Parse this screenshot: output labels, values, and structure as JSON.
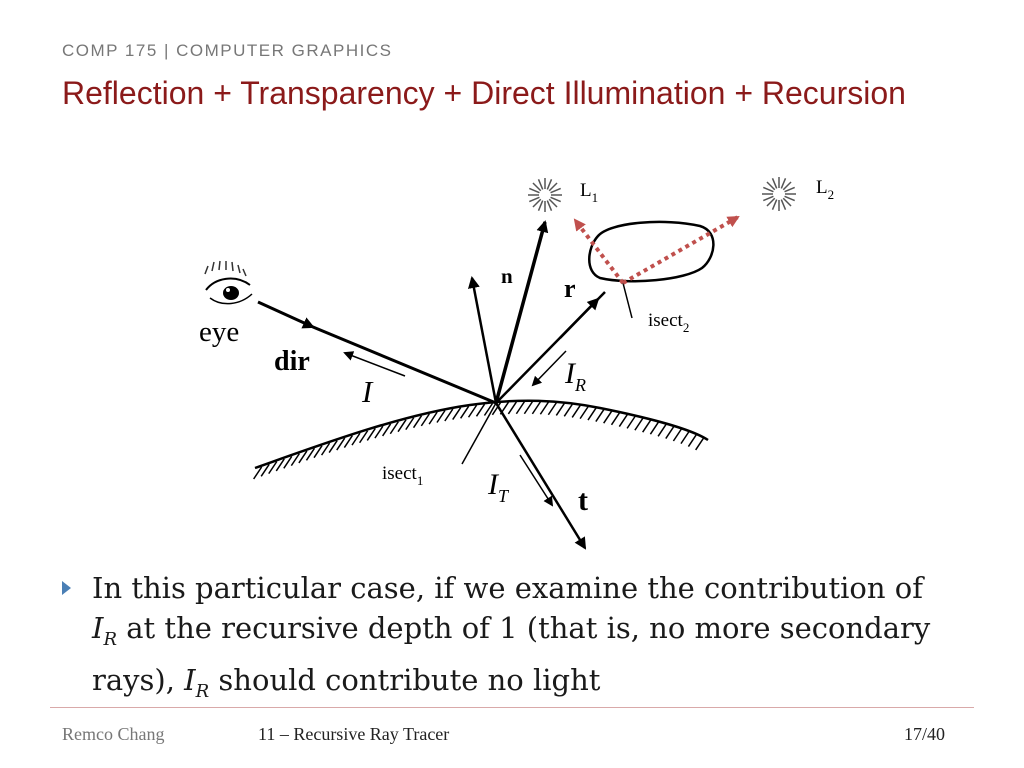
{
  "header": {
    "course": "COMP 175 | COMPUTER GRAPHICS",
    "title": "Reflection + Transparency + Direct Illumination + Recursion"
  },
  "diagram": {
    "labels": {
      "L1_base": "L",
      "L1_sub": "1",
      "L2_base": "L",
      "L2_sub": "2",
      "eye": "eye",
      "dir": "dir",
      "I": "I",
      "n": "n",
      "r": "r",
      "IR_base": "I",
      "IR_sub": "R",
      "IT_base": "I",
      "IT_sub": "T",
      "t": "t",
      "isect1_base": "isect",
      "isect1_sub": "1",
      "isect2_base": "isect",
      "isect2_sub": "2"
    },
    "colors": {
      "ray": "#000000",
      "shadow_ray": "#c0504d"
    }
  },
  "bullet": {
    "part1": "In this particular case, if we examine the contribution of ",
    "math1_base": "I",
    "math1_sub": "R",
    "part2": " at the recursive depth of 1 (that is, no more secondary rays), ",
    "math2_base": "I",
    "math2_sub": "R",
    "part3": " should contribute no light"
  },
  "footer": {
    "author": "Remco Chang",
    "lecture": "11 – Recursive Ray Tracer",
    "page": "17/40"
  }
}
